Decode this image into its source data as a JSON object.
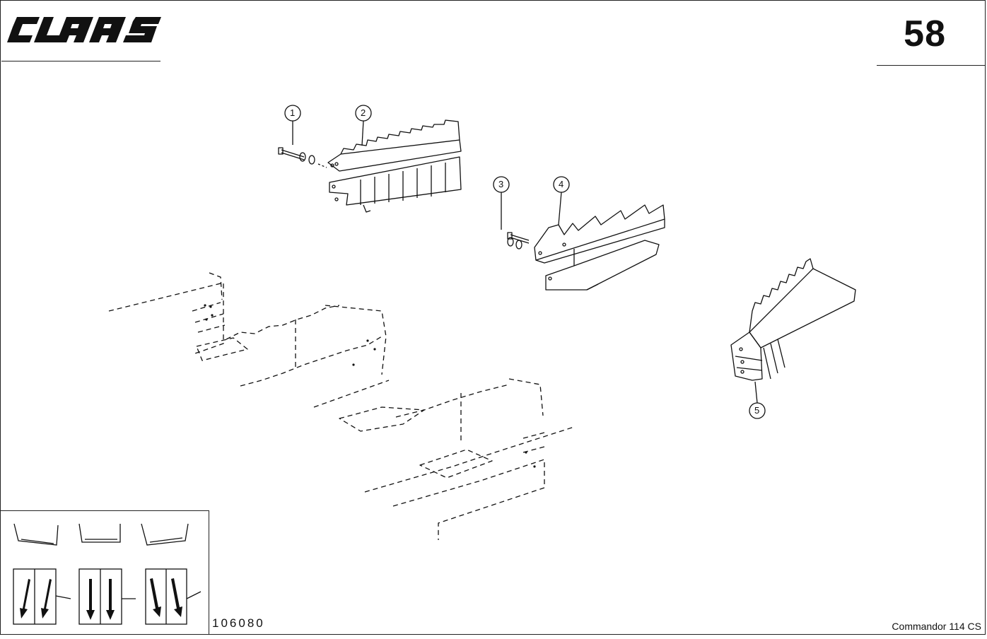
{
  "header": {
    "brand": "CLAAS",
    "page_number": "58"
  },
  "callouts": [
    "1",
    "2",
    "3",
    "4",
    "5"
  ],
  "footer": {
    "drawing_number": "106080",
    "model": "Commandor 114 CS"
  },
  "icons": [
    "claas-logo-icon",
    "conveyor-profile-icon",
    "flow-direction-icon"
  ]
}
